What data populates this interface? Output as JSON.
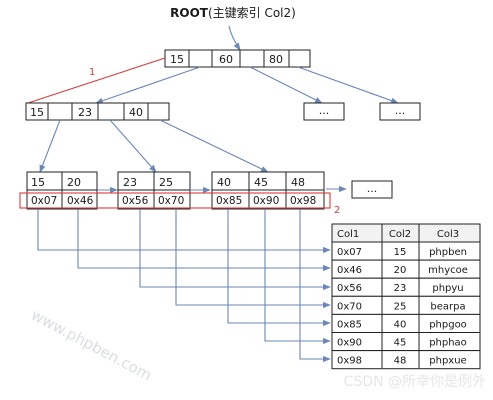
{
  "root_label_bold": "ROOT",
  "root_label_rest": "(主键索引 Col2)",
  "root_node": [
    "15",
    "60",
    "80"
  ],
  "level2_node": [
    "15",
    "23",
    "40"
  ],
  "ellipsis": "...",
  "leaf_keys": [
    [
      "15",
      "20"
    ],
    [
      "23",
      "25"
    ],
    [
      "40",
      "45",
      "48"
    ]
  ],
  "leaf_ptrs": [
    [
      "0x07",
      "0x46"
    ],
    [
      "0x56",
      "0x70"
    ],
    [
      "0x85",
      "0x90",
      "0x98"
    ]
  ],
  "callout_1": "1",
  "callout_2": "2",
  "table": {
    "headers": [
      "Col1",
      "Col2",
      "Col3"
    ],
    "rows": [
      [
        "0x07",
        "15",
        "phpben"
      ],
      [
        "0x46",
        "20",
        "mhycoe"
      ],
      [
        "0x56",
        "23",
        "phpyu"
      ],
      [
        "0x70",
        "25",
        "bearpa"
      ],
      [
        "0x85",
        "40",
        "phpgoo"
      ],
      [
        "0x90",
        "45",
        "phphao"
      ],
      [
        "0x98",
        "48",
        "phpxue"
      ]
    ]
  },
  "watermark_diagonal": "www.phpben.com",
  "watermark_bottom": "CSDN @所幸你是例外",
  "colors": {
    "arrow": "#6b86b8",
    "highlight": "#d93c3c"
  }
}
